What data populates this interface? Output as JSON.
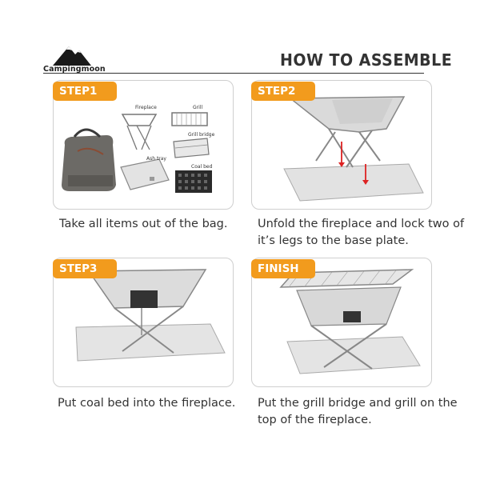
{
  "brand": {
    "name": "Campingmoon"
  },
  "header": {
    "title": "HOW TO ASSEMBLE"
  },
  "steps": [
    {
      "badge": "STEP1",
      "caption": "Take all items out of the bag."
    },
    {
      "badge": "STEP2",
      "caption": "Unfold the fireplace and lock two of it’s legs to the base plate."
    },
    {
      "badge": "STEP3",
      "caption": "Put coal bed into the fireplace."
    },
    {
      "badge": "FINISH",
      "caption": "Put the grill bridge and grill on the top of the fireplace."
    }
  ],
  "parts": {
    "fireplace": "Fireplace",
    "grill": "Grill",
    "grill_bridge": "Grill bridge",
    "ash_tray": "Ash tray",
    "coal_bed": "Coal bed"
  },
  "colors": {
    "accent": "#f29b1d",
    "panel_border": "#cfcfcf",
    "text": "#333333"
  }
}
